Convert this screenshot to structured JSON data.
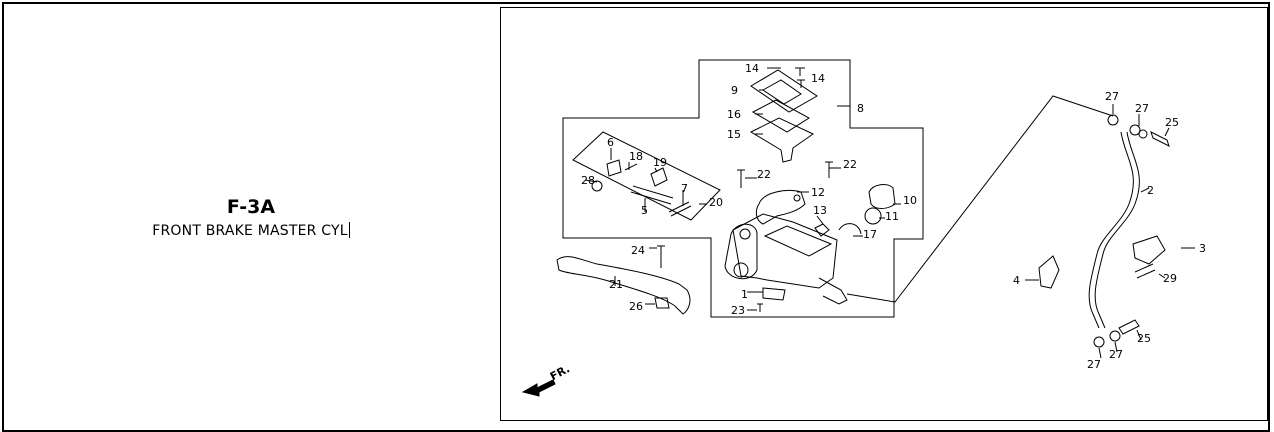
{
  "section": {
    "code": "F-3A",
    "title": "FRONT BRAKE MASTER CYL"
  },
  "diagram": {
    "direction_label": "FR.",
    "callouts": [
      "14",
      "14",
      "9",
      "16",
      "15",
      "8",
      "6",
      "18",
      "19",
      "28",
      "7",
      "5",
      "20",
      "22",
      "22",
      "12",
      "10",
      "11",
      "13",
      "17",
      "24",
      "21",
      "1",
      "23",
      "26",
      "27",
      "27",
      "25",
      "2",
      "3",
      "4",
      "29",
      "25",
      "27",
      "27"
    ]
  }
}
